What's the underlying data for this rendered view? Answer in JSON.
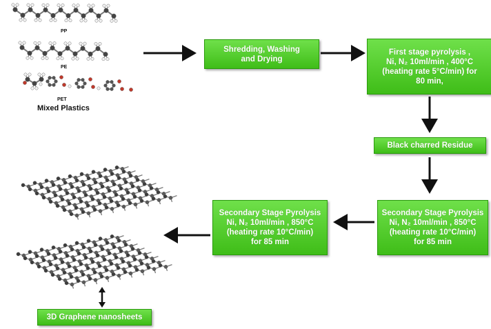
{
  "colors": {
    "box_fill": "#4fcc28",
    "box_text": "#ffffff",
    "arrow": "#111111"
  },
  "molecules": {
    "pp_label": "PP",
    "pe_label": "PE",
    "pet_label": "PET",
    "caption": "Mixed Plastics"
  },
  "steps": {
    "shredding": [
      "Shredding, Washing",
      "and Drying"
    ],
    "first_stage": [
      "First stage pyrolysis ,",
      "Ni,  N₂ 10ml/min , 400°C",
      "(heating rate 5°C/min) for",
      "80 min,"
    ],
    "residue": [
      "Black charred Residue"
    ],
    "secondary_right": [
      "Secondary Stage Pyrolysis",
      "Ni, N₂ 10ml/min , 850°C",
      "(heating rate 10°C/min)",
      "for 85 min"
    ],
    "secondary_left": [
      "Secondary Stage Pyrolysis",
      "Ni, N₂ 10ml/min , 850°C",
      "(heating rate 10°C/min)",
      "for 85 min"
    ],
    "graphene": [
      "3D Graphene nanosheets"
    ]
  }
}
